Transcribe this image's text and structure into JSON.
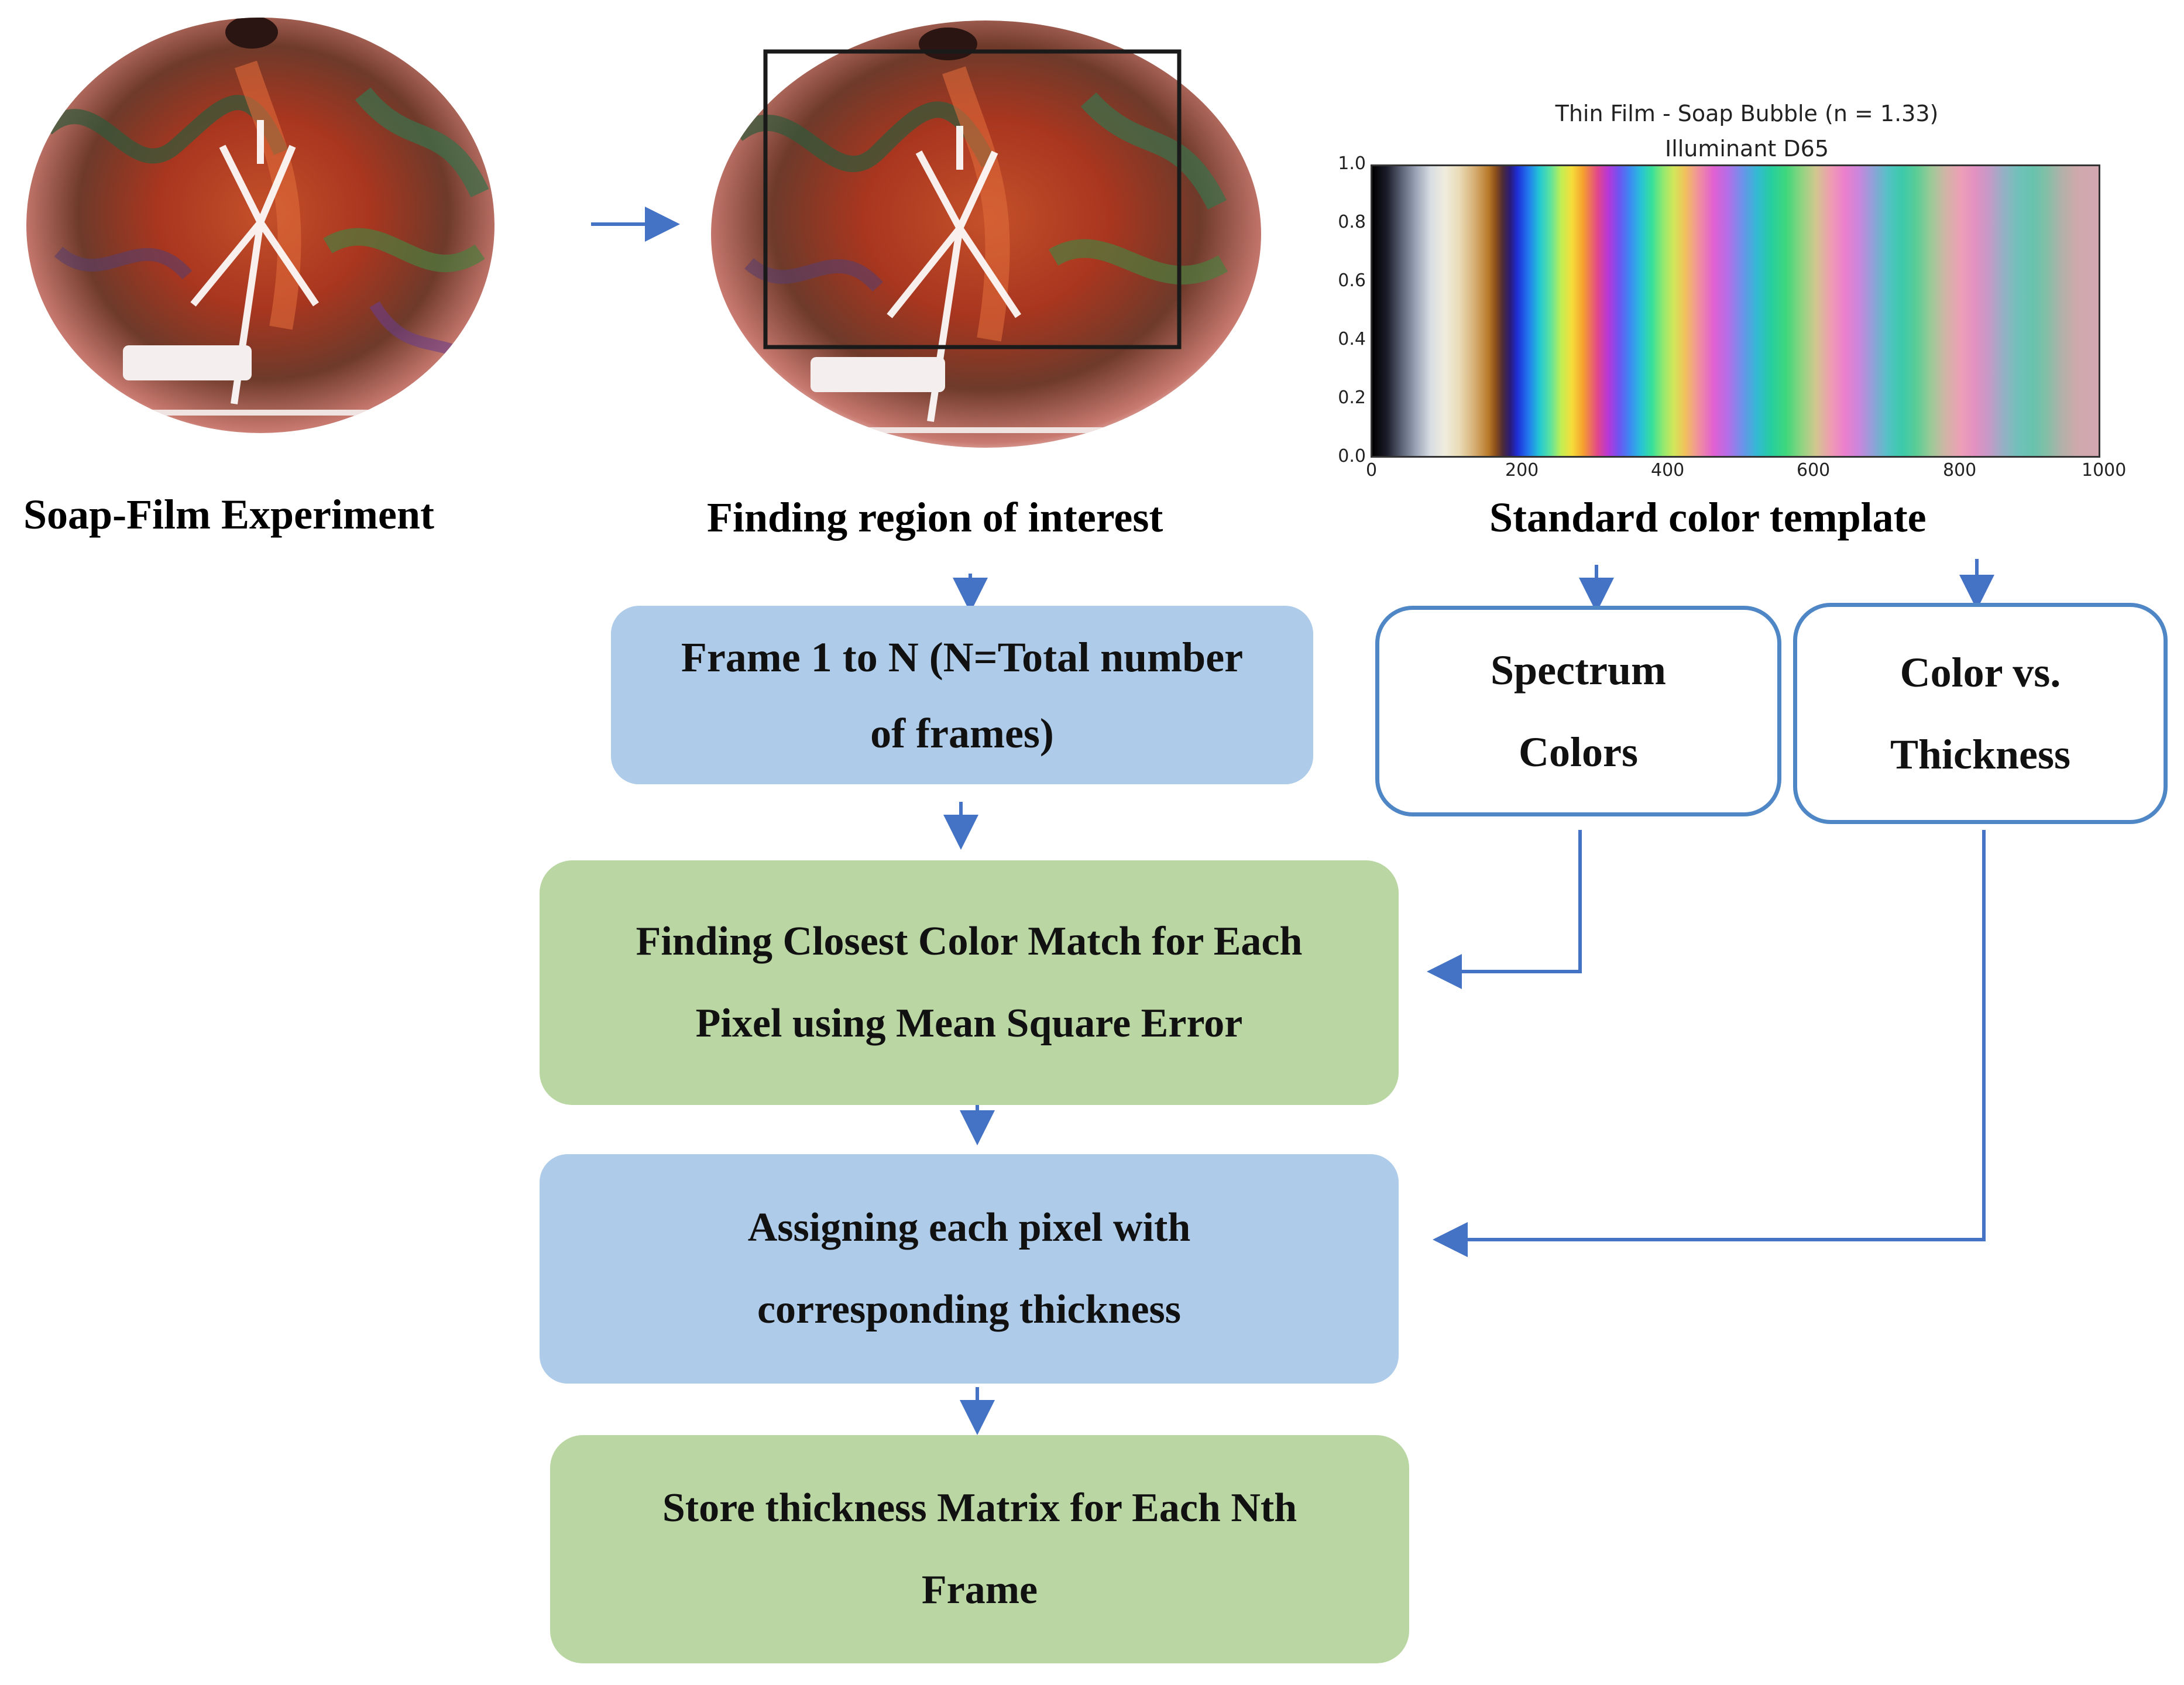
{
  "photos": {
    "experiment_caption": "Soap-Film Experiment",
    "roi_caption": "Finding region of interest"
  },
  "template": {
    "caption": "Standard color template",
    "plot_title_line1": "Thin Film - Soap Bubble (n = 1.33)",
    "plot_title_line2": "Illuminant D65",
    "y_ticks": [
      "1.0",
      "0.8",
      "0.6",
      "0.4",
      "0.2",
      "0.0"
    ],
    "x_ticks": [
      "0",
      "200",
      "400",
      "600",
      "800",
      "1000"
    ]
  },
  "flow": {
    "frames_line1": "Frame 1 to N (N=Total number",
    "frames_line2": "of frames)",
    "match_line1": "Finding Closest Color Match for Each",
    "match_line2": "Pixel using Mean Square Error",
    "assign_line1": "Assigning each pixel with",
    "assign_line2": "corresponding thickness",
    "store_line1": "Store thickness Matrix for Each Nth",
    "store_line2": "Frame"
  },
  "references": {
    "spectrum_line1": "Spectrum",
    "spectrum_line2": "Colors",
    "thickness_line1": "Color vs.",
    "thickness_line2": "Thickness"
  },
  "colors": {
    "arrow": "#4472c4",
    "box_blue": "#aecbe9",
    "box_green": "#b9d6a3",
    "outline": "#4f86c6"
  }
}
